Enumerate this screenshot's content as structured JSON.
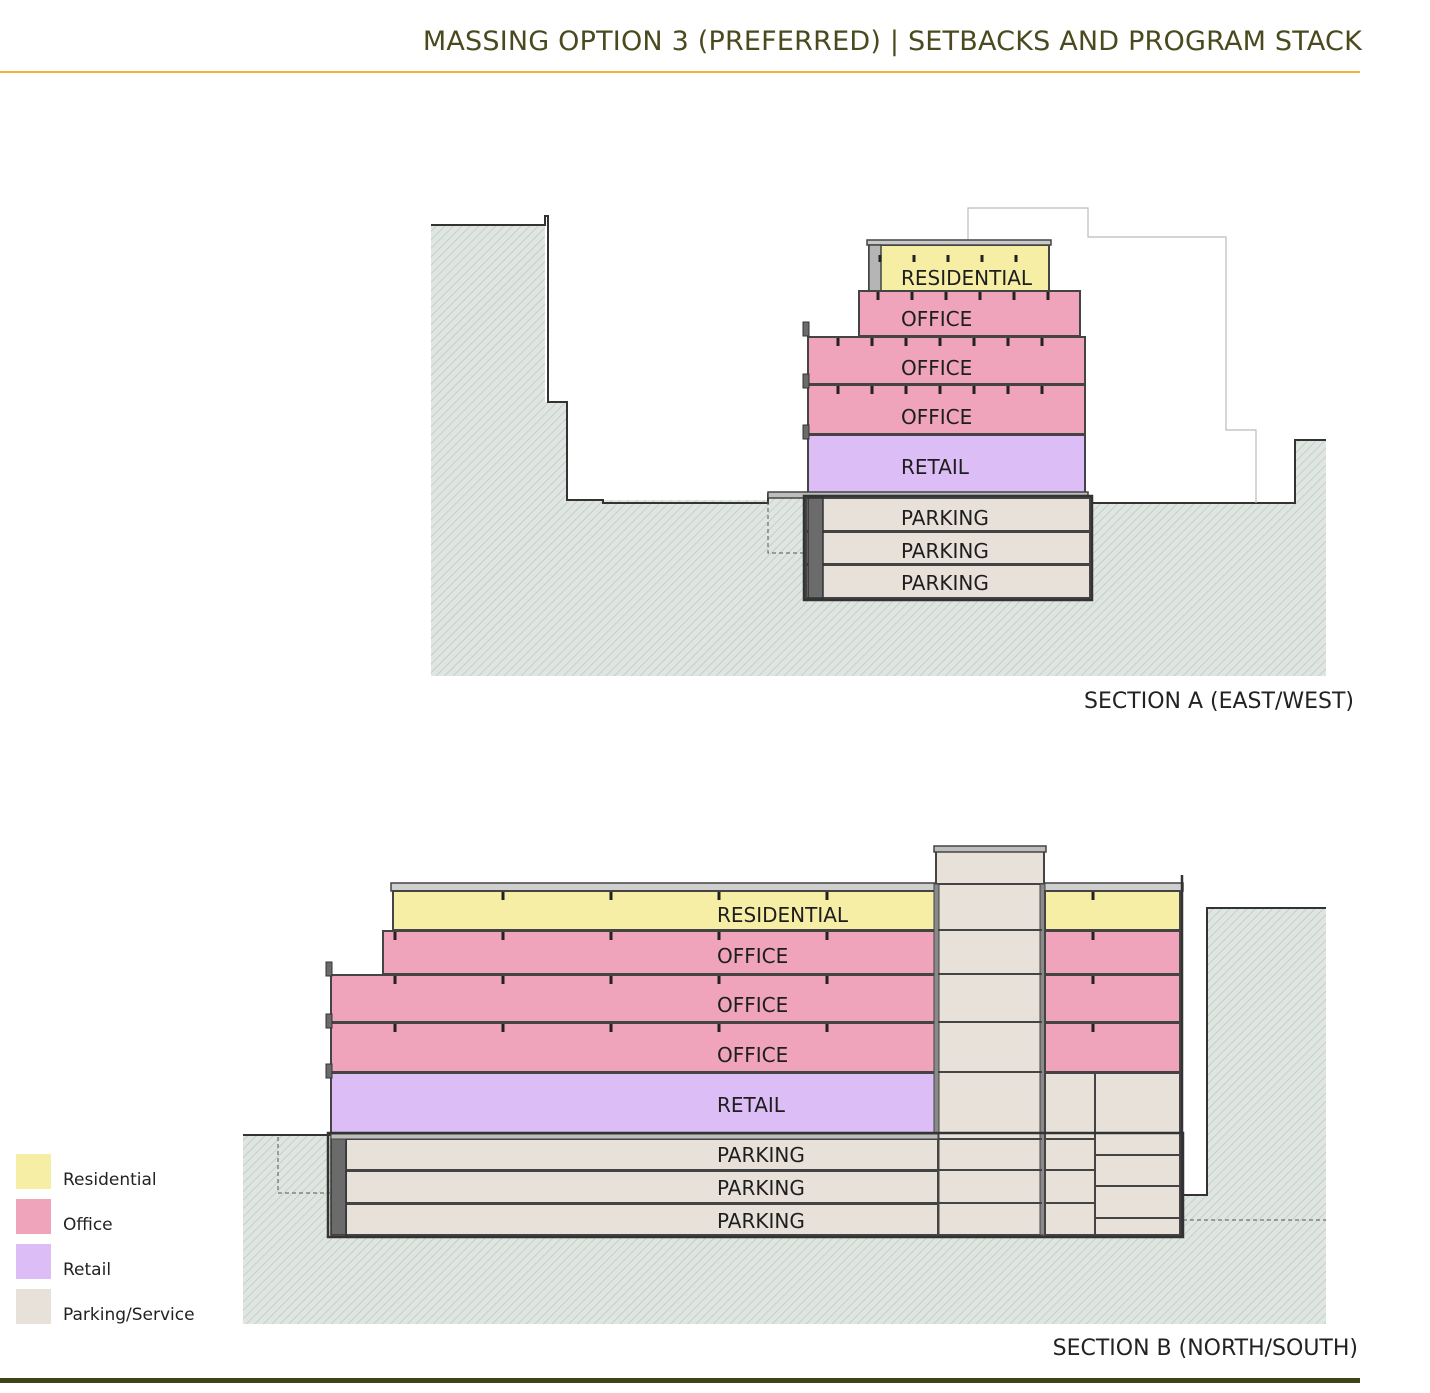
{
  "header": {
    "title": "MASSING OPTION 3 (PREFERRED)   | SETBACKS AND PROGRAM STACK"
  },
  "colors": {
    "residential": "#f7eea6",
    "office": "#efa4bb",
    "retail": "#dcbdf5",
    "parking": "#e8e1da",
    "ground": "#d9e1dc",
    "outline": "#444444",
    "header_rule": "#f0b43a",
    "footer_rule": "#3e4418"
  },
  "sections": [
    {
      "caption": "SECTION A (EAST/WEST)",
      "floors": [
        "RESIDENTIAL",
        "OFFICE",
        "OFFICE",
        "OFFICE",
        "RETAIL",
        "PARKING",
        "PARKING",
        "PARKING"
      ]
    },
    {
      "caption": "SECTION B (NORTH/SOUTH)",
      "floors": [
        "RESIDENTIAL",
        "OFFICE",
        "OFFICE",
        "OFFICE",
        "RETAIL",
        "PARKING",
        "PARKING",
        "PARKING"
      ]
    }
  ],
  "legend": [
    {
      "label": "Residential",
      "color": "#f7eea6"
    },
    {
      "label": "Office",
      "color": "#efa4bb"
    },
    {
      "label": "Retail",
      "color": "#dcbdf5"
    },
    {
      "label": "Parking/Service",
      "color": "#e8e1da"
    }
  ]
}
